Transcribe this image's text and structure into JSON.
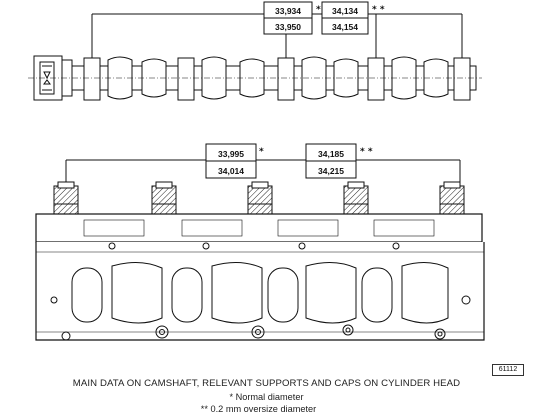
{
  "camshaft": {
    "journal_normal": [
      "33,934",
      "33,950"
    ],
    "journal_oversize": [
      "34,134",
      "34,154"
    ],
    "normal_mark": "*",
    "oversize_mark": "* *"
  },
  "cylinder_head": {
    "support_normal": [
      "33,995",
      "34,014"
    ],
    "support_oversize": [
      "34,185",
      "34,215"
    ],
    "normal_mark": "*",
    "oversize_mark": "* *"
  },
  "figure_ref": "61112",
  "caption": {
    "title": "MAIN DATA ON CAMSHAFT, RELEVANT SUPPORTS AND CAPS ON CYLINDER HEAD",
    "note_normal": "* Normal diameter",
    "note_oversize": "** 0.2 mm oversize diameter"
  }
}
